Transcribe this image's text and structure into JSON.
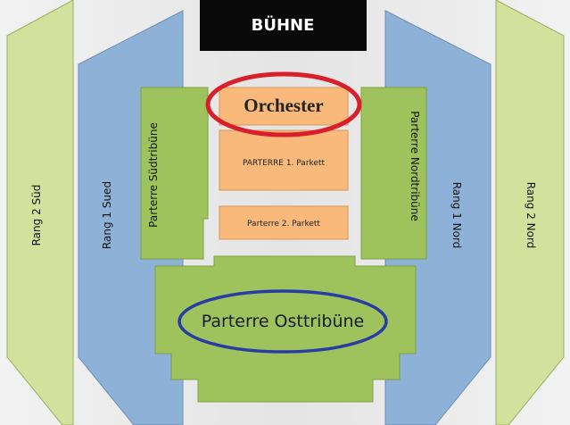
{
  "colors": {
    "background": "#eeeeee",
    "green_light": "#d2e19c",
    "green_mid": "#9ec35c",
    "blue": "#8eb1d7",
    "orange": "#f8b97a",
    "stage": "#0a0a0a",
    "red_ring": "#d8202a",
    "blue_ring": "#2b3ba6"
  },
  "stage": {
    "label": "BÜHNE"
  },
  "sections": {
    "orchester": "Orchester",
    "parkett_1": "PARTERRE 1. Parkett",
    "parkett_2": "Parterre 2. Parkett",
    "suedtribuene": "Parterre Südtribüne",
    "nordtribuene": "Parterre Nordtribüne",
    "osttribuene": "Parterre Osttribüne",
    "rang_1_sued": "Rang 1 Sued",
    "rang_1_nord": "Rang 1 Nord",
    "rang_2_sued": "Rang 2 Süd",
    "rang_2_nord": "Rang 2 Nord"
  }
}
